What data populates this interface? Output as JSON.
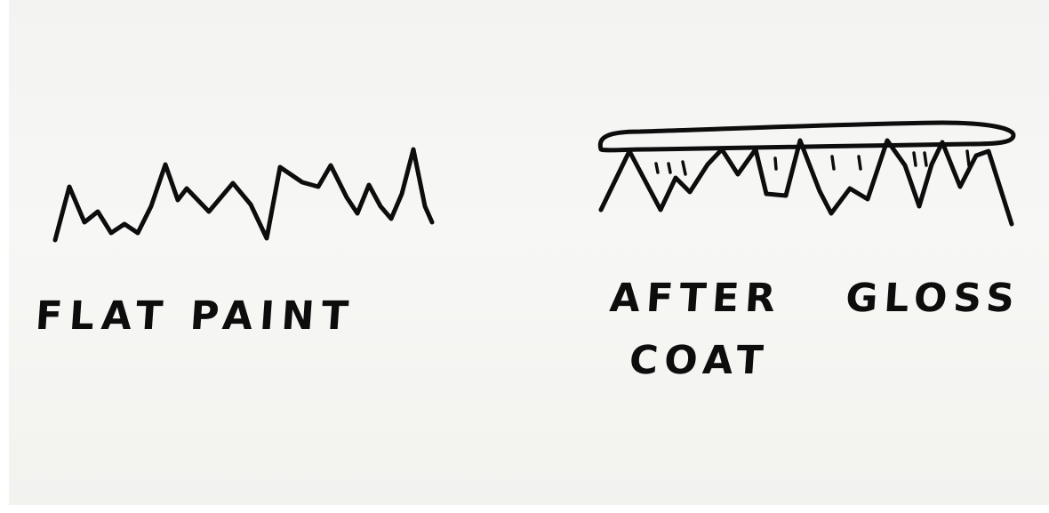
{
  "left_sketch": {
    "caption": "FLAT PAINT"
  },
  "right_sketch": {
    "caption_line1": "AFTER GLOSS",
    "caption_line2": "COAT"
  },
  "colors": {
    "ink": "#0d0d0d",
    "paper": "#f5f5f3"
  }
}
